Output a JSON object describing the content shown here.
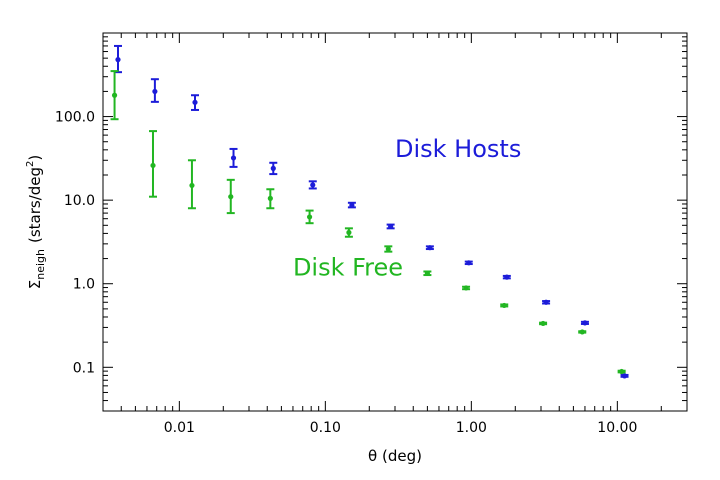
{
  "chart_data": {
    "type": "scatter",
    "title": "",
    "x_scale": "log",
    "y_scale": "log",
    "xlim": [
      0.003,
      30
    ],
    "ylim": [
      0.03,
      1000
    ],
    "xlabel": "θ (deg)",
    "ylabel": {
      "symbol": "Σ",
      "subscript": "neigh",
      "unit_prefix": "(stars/deg",
      "unit_power": "2",
      "unit_suffix": ")"
    },
    "x_ticks": [
      {
        "value": 0.01,
        "label": "0.01"
      },
      {
        "value": 0.1,
        "label": "0.10"
      },
      {
        "value": 1,
        "label": "1.00"
      },
      {
        "value": 10,
        "label": "10.00"
      }
    ],
    "y_ticks": [
      {
        "value": 0.1,
        "label": "0.1"
      },
      {
        "value": 1,
        "label": "1.0"
      },
      {
        "value": 10,
        "label": "10.0"
      },
      {
        "value": 100,
        "label": "100.0"
      }
    ],
    "grid": false,
    "legend": "none",
    "series": [
      {
        "name": "Disk Hosts",
        "color": "#1c1cd9",
        "points": [
          {
            "x": 0.0038,
            "y": 480,
            "lo": 340,
            "hi": 700
          },
          {
            "x": 0.0068,
            "y": 200,
            "lo": 150,
            "hi": 280
          },
          {
            "x": 0.0128,
            "y": 148,
            "lo": 120,
            "hi": 180
          },
          {
            "x": 0.0235,
            "y": 32,
            "lo": 25,
            "hi": 41
          },
          {
            "x": 0.044,
            "y": 24,
            "lo": 20.5,
            "hi": 28
          },
          {
            "x": 0.082,
            "y": 15.2,
            "lo": 13.8,
            "hi": 16.8
          },
          {
            "x": 0.152,
            "y": 8.7,
            "lo": 8.2,
            "hi": 9.3
          },
          {
            "x": 0.28,
            "y": 4.85,
            "lo": 4.6,
            "hi": 5.1
          },
          {
            "x": 0.52,
            "y": 2.7,
            "lo": 2.6,
            "hi": 2.8
          },
          {
            "x": 0.96,
            "y": 1.78,
            "lo": 1.72,
            "hi": 1.84
          },
          {
            "x": 1.75,
            "y": 1.2,
            "lo": 1.16,
            "hi": 1.24
          },
          {
            "x": 3.25,
            "y": 0.6,
            "lo": 0.58,
            "hi": 0.62
          },
          {
            "x": 6.0,
            "y": 0.34,
            "lo": 0.33,
            "hi": 0.35
          },
          {
            "x": 11.2,
            "y": 0.079,
            "lo": 0.077,
            "hi": 0.081
          }
        ]
      },
      {
        "name": "Disk Free",
        "color": "#22b622",
        "points": [
          {
            "x": 0.0036,
            "y": 180,
            "lo": 93,
            "hi": 350
          },
          {
            "x": 0.0066,
            "y": 26,
            "lo": 11,
            "hi": 67
          },
          {
            "x": 0.0122,
            "y": 15,
            "lo": 8,
            "hi": 30
          },
          {
            "x": 0.0225,
            "y": 11,
            "lo": 7,
            "hi": 17.5
          },
          {
            "x": 0.042,
            "y": 10.5,
            "lo": 8,
            "hi": 13.5
          },
          {
            "x": 0.078,
            "y": 6.3,
            "lo": 5.3,
            "hi": 7.5
          },
          {
            "x": 0.145,
            "y": 4.1,
            "lo": 3.65,
            "hi": 4.6
          },
          {
            "x": 0.27,
            "y": 2.6,
            "lo": 2.42,
            "hi": 2.8
          },
          {
            "x": 0.5,
            "y": 1.33,
            "lo": 1.27,
            "hi": 1.4
          },
          {
            "x": 0.92,
            "y": 0.89,
            "lo": 0.86,
            "hi": 0.92
          },
          {
            "x": 1.68,
            "y": 0.55,
            "lo": 0.535,
            "hi": 0.565
          },
          {
            "x": 3.1,
            "y": 0.335,
            "lo": 0.328,
            "hi": 0.342
          },
          {
            "x": 5.75,
            "y": 0.265,
            "lo": 0.26,
            "hi": 0.27
          },
          {
            "x": 10.7,
            "y": 0.089,
            "lo": 0.087,
            "hi": 0.091
          }
        ]
      }
    ],
    "annotations": [
      {
        "text": "Disk Hosts",
        "color": "#1c1cd9",
        "x": 0.3,
        "y": 33
      },
      {
        "text": "Disk Free",
        "color": "#22b622",
        "x": 0.06,
        "y": 1.25
      }
    ]
  }
}
